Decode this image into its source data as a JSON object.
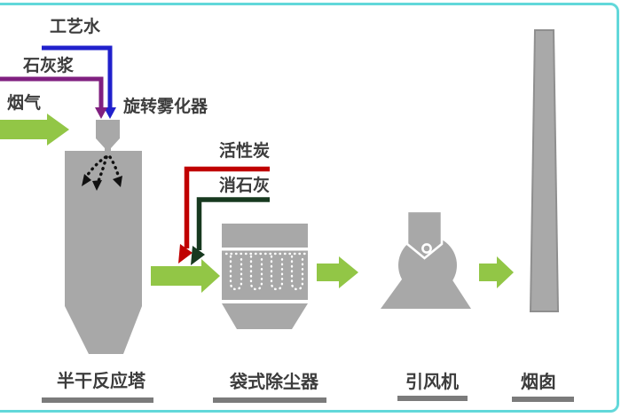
{
  "diagram": {
    "type": "process-flow",
    "subject": "flue gas cleaning system",
    "labels": {
      "process_water": "工艺水",
      "lime_slurry": "石灰浆",
      "flue_gas": "烟气",
      "rotary_atomizer": "旋转雾化器",
      "activated_carbon": "活性炭",
      "slaked_lime": "消石灰",
      "semi_dry_tower": "半干反应塔",
      "bag_filter": "袋式除尘器",
      "induced_draft_fan": "引风机",
      "chimney": "烟囱"
    },
    "flow_order": [
      "烟气",
      "半干反应塔",
      "袋式除尘器",
      "引风机",
      "烟囱"
    ],
    "feed_streams": [
      {
        "label": "工艺水",
        "line_color": "#2020cc",
        "feeds_into": "旋转雾化器"
      },
      {
        "label": "石灰浆",
        "line_color": "#802080",
        "feeds_into": "旋转雾化器"
      },
      {
        "label": "活性炭",
        "line_color": "#c00000",
        "feeds_into": "烟气管道(塔后)"
      },
      {
        "label": "消石灰",
        "line_color": "#17391f",
        "feeds_into": "烟气管道(塔后)"
      }
    ],
    "colors": {
      "flow_arrow_green": "#92c646",
      "equipment_gray": "#a8a8a8",
      "chimney_outline_gray": "#8f8f8f",
      "process_water_line_blue": "#2020cc",
      "lime_slurry_line_purple": "#802080",
      "activated_carbon_line_red": "#c00000",
      "slaked_lime_line_dark_green": "#17391f",
      "slide_border_cyan": "#62d8da",
      "label_text": "#3c3c3c",
      "underline_gray": "#7b7b7b",
      "spray_dots_black": "#111111",
      "filter_bag_dots_white": "#ffffff",
      "background": "#ffffff"
    }
  }
}
